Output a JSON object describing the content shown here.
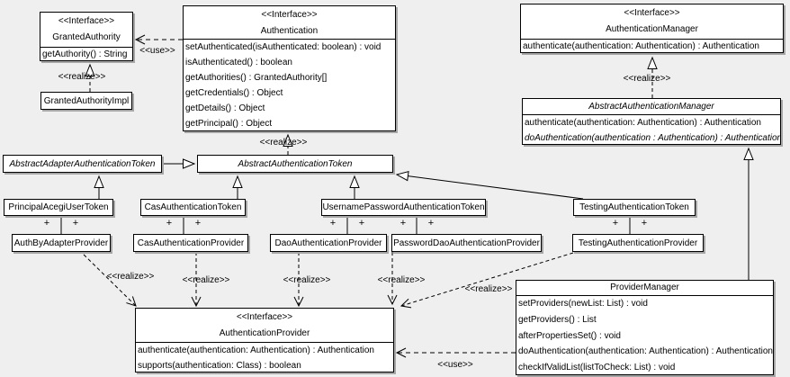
{
  "stereotype_interface": "<<Interface>>",
  "plus": "+",
  "classes": {
    "granted_authority": {
      "stereotype": "<<Interface>>",
      "name": "GrantedAuthority",
      "methods": [
        "getAuthority() : String"
      ]
    },
    "granted_authority_impl": {
      "name": "GrantedAuthorityImpl"
    },
    "authentication": {
      "stereotype": "<<Interface>>",
      "name": "Authentication",
      "methods": [
        "setAuthenticated(isAuthenticated: boolean) : void",
        "isAuthenticated() : boolean",
        "getAuthorities() : GrantedAuthority[]",
        "getCredentials() : Object",
        "getDetails() : Object",
        "getPrincipal() : Object"
      ]
    },
    "authentication_manager": {
      "stereotype": "<<Interface>>",
      "name": "AuthenticationManager",
      "methods": [
        "authenticate(authentication: Authentication) : Authentication"
      ]
    },
    "abstract_authentication_manager": {
      "name": "AbstractAuthenticationManager",
      "methods": [
        "authenticate(authentication: Authentication) : Authentication",
        "doAuthentication(authentication : Authentication) : Authentication"
      ]
    },
    "abstract_adapter_authentication_token": {
      "name": "AbstractAdapterAuthenticationToken"
    },
    "abstract_authentication_token": {
      "name": "AbstractAuthenticationToken"
    },
    "principal_acegi_user_token": {
      "name": "PrincipalAcegiUserToken"
    },
    "cas_authentication_token": {
      "name": "CasAuthenticationToken"
    },
    "username_password_authentication_token": {
      "name": "UsernamePasswordAuthenticationToken"
    },
    "testing_authentication_token": {
      "name": "TestingAuthenticationToken"
    },
    "auth_by_adapter_provider": {
      "name": "AuthByAdapterProvider"
    },
    "cas_authentication_provider": {
      "name": "CasAuthenticationProvider"
    },
    "dao_authentication_provider": {
      "name": "DaoAuthenticationProvider"
    },
    "password_dao_authentication_provider": {
      "name": "PasswordDaoAuthenticationProvider"
    },
    "testing_authentication_provider": {
      "name": "TestingAuthenticationProvider"
    },
    "authentication_provider": {
      "stereotype": "<<Interface>>",
      "name": "AuthenticationProvider",
      "methods": [
        "authenticate(authentication: Authentication) : Authentication",
        "supports(authentication: Class) : boolean"
      ]
    },
    "provider_manager": {
      "name": "ProviderManager",
      "methods": [
        "setProviders(newList: List) : void",
        "getProviders() : List",
        "afterPropertiesSet() : void",
        "doAuthentication(authentication: Authentication) : Authentication",
        "checkIfValidList(listToCheck: List) : void"
      ]
    }
  },
  "labels": {
    "use_ga": "<<use>>",
    "realize_ga": "<<realize>>",
    "realize_auth_token": "<<realize>>",
    "realize_auth_mgr": "<<realize>>",
    "realize_auth_by_adapter": "<<realize>>",
    "realize_cas": "<<realize>>",
    "realize_dao": "<<realize>>",
    "realize_password_dao": "<<realize>>",
    "realize_testing": "<<realize>>",
    "use_provider": "<<use>>"
  },
  "colors": {
    "background": "#efefef",
    "box_fill": "#ffffff",
    "line": "#000000",
    "shadow": "#a6a6a6"
  }
}
